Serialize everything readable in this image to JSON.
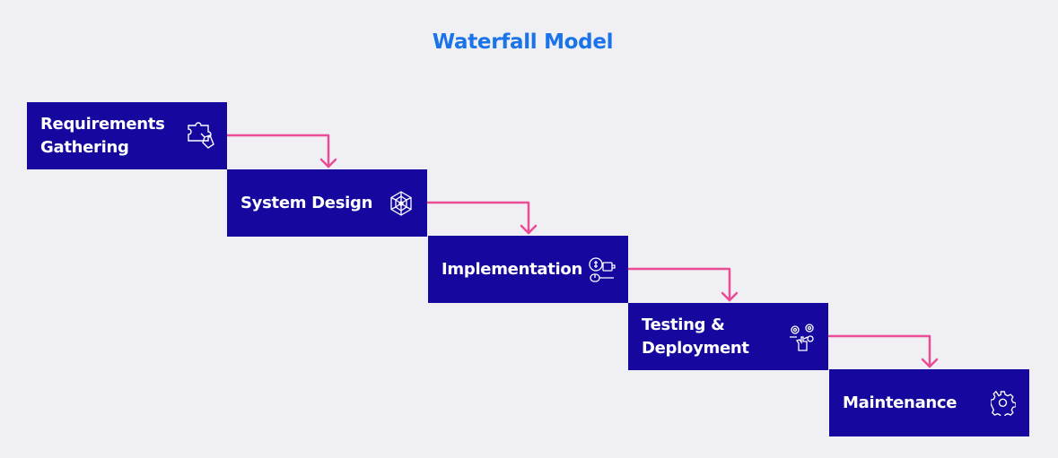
{
  "title": "Waterfall Model",
  "colors": {
    "title": "#1a73e8",
    "box": "#16089e",
    "arrow": "#ea4c95",
    "background": "#efeff4"
  },
  "steps": [
    {
      "label": "Requirements\nGathering",
      "icon": "puzzle-hand-icon"
    },
    {
      "label": "System Design",
      "icon": "network-sphere-icon"
    },
    {
      "label": "Implementation",
      "icon": "coin-gear-mouse-icon"
    },
    {
      "label": "Testing &\nDeployment",
      "icon": "gears-hand-icon"
    },
    {
      "label": "Maintenance",
      "icon": "gear-icon"
    }
  ]
}
